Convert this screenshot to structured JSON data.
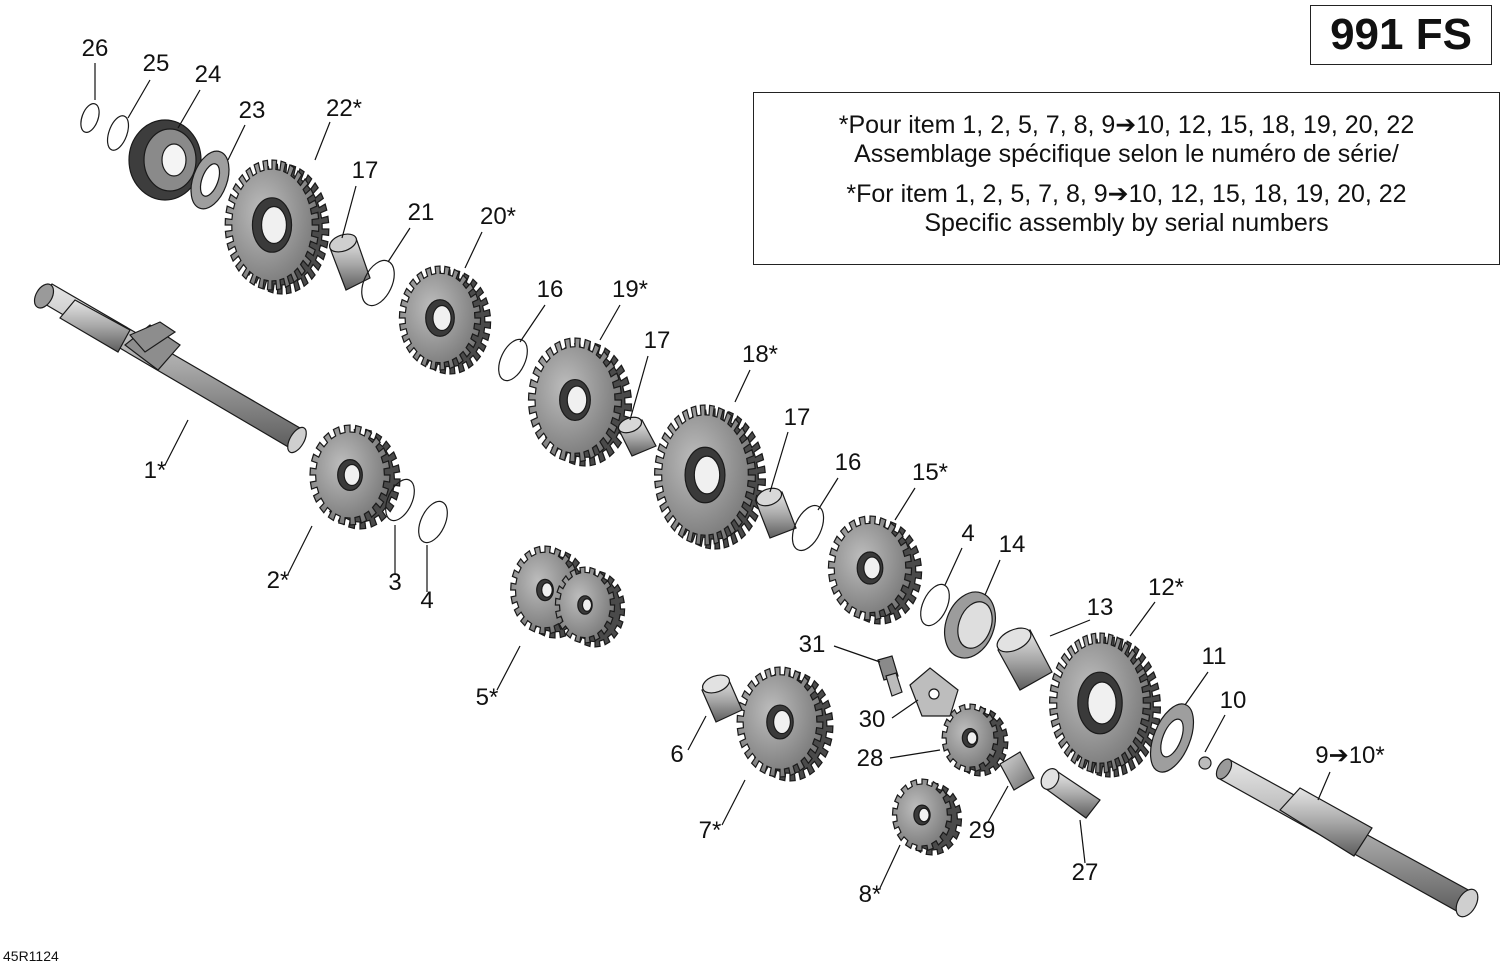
{
  "model_badge": "991 FS",
  "note": {
    "line1": "*Pour item 1, 2, 5, 7, 8, 9➔10, 12, 15, 18, 19, 20, 22",
    "line2": "Assemblage spécifique selon le numéro de série/",
    "line3": "*For item 1, 2, 5, 7, 8, 9➔10, 12, 15, 18, 19, 20, 22",
    "line4": "Specific assembly by serial numbers"
  },
  "drawing_ref": "45R1124",
  "callouts": [
    "26",
    "25",
    "24",
    "23",
    "22*",
    "17",
    "21",
    "20*",
    "16",
    "19*",
    "17",
    "18*",
    "17",
    "16",
    "15*",
    "4",
    "14",
    "13",
    "12*",
    "11",
    "10",
    "9➔10*",
    "1*",
    "2*",
    "3",
    "4",
    "5*",
    "6",
    "7*",
    "8*",
    "27",
    "28",
    "29",
    "30",
    "31"
  ],
  "parts": {
    "shaft": "input-shaft",
    "gear": "gear",
    "bearing": "ball-bearing",
    "ring": "snap-ring",
    "washer": "thrust-washer",
    "sleeve": "needle-sleeve"
  }
}
